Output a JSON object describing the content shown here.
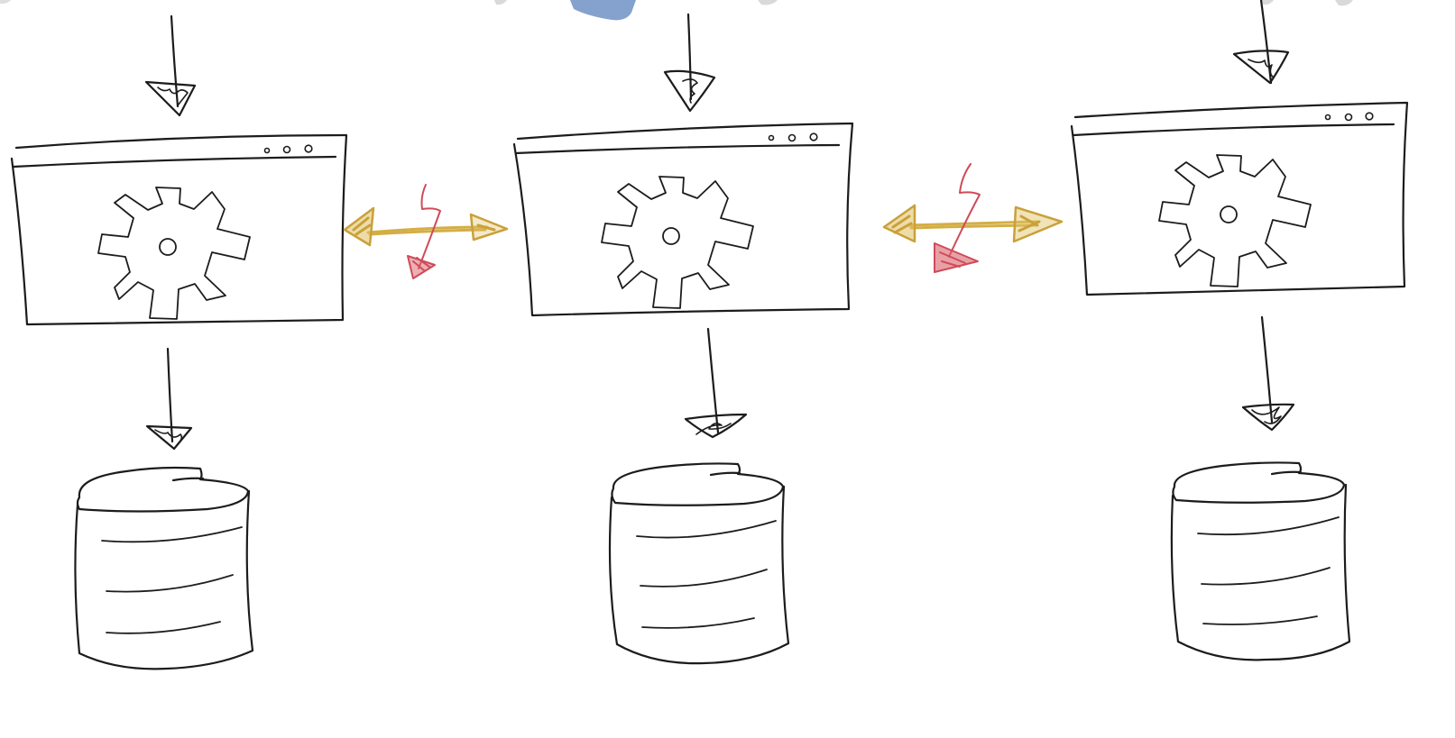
{
  "colors": {
    "ink": "#1c1c1c",
    "sync_arrow": "#d4ae45",
    "lightning": "#cf4b58",
    "smudge_blue": "#6f92c4",
    "smudge_gray": "#c9c9c9"
  },
  "nodes": [
    {
      "name": "node-left",
      "icons": [
        "browser-window-icon",
        "gear-icon",
        "database-icon"
      ]
    },
    {
      "name": "node-center",
      "icons": [
        "browser-window-icon",
        "gear-icon",
        "database-icon"
      ]
    },
    {
      "name": "node-right",
      "icons": [
        "browser-window-icon",
        "gear-icon",
        "database-icon"
      ]
    }
  ],
  "links": [
    {
      "name": "link-left-center",
      "icons": [
        "double-arrow-icon",
        "lightning-icon"
      ]
    },
    {
      "name": "link-center-right",
      "icons": [
        "double-arrow-icon",
        "lightning-icon"
      ]
    }
  ]
}
